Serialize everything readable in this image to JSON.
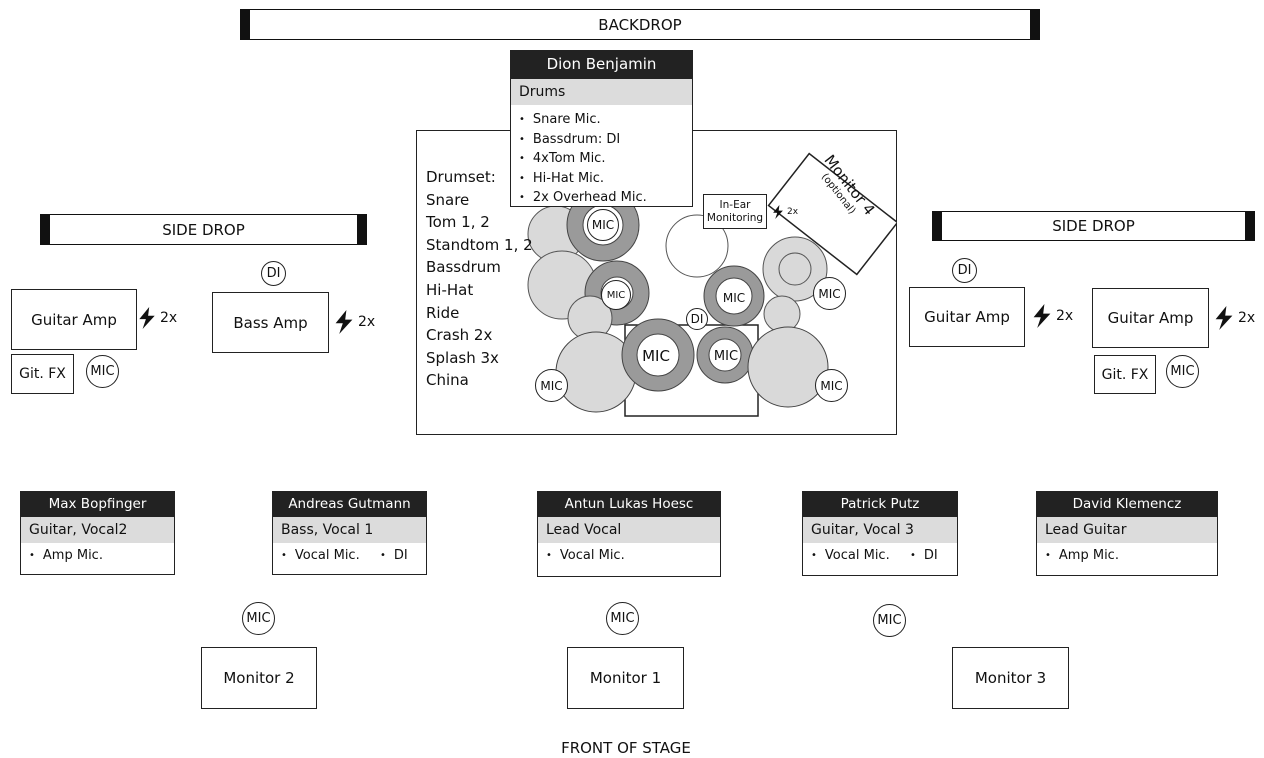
{
  "backdrop": "BACKDROP",
  "side_drop_left": "SIDE DROP",
  "side_drop_right": "SIDE DROP",
  "front": "FRONT OF STAGE",
  "drummer": {
    "name": "Dion Benjamin",
    "role": "Drums",
    "items": [
      "Snare Mic.",
      "Bassdrum: DI",
      "4xTom Mic.",
      "Hi-Hat Mic.",
      "2x Overhead Mic."
    ]
  },
  "drumset": [
    "Drumset:",
    "Snare",
    "Tom 1, 2",
    "Standtom 1, 2",
    "Bassdrum",
    "Hi-Hat",
    "Ride",
    "Crash 2x",
    "Splash 3x",
    "China"
  ],
  "in_ear": "In-Ear Monitoring",
  "monitor4": {
    "title": "Monitor 4",
    "note": "(optional)"
  },
  "amps": {
    "guitar_left": "Guitar Amp",
    "bass": "Bass Amp",
    "guitar_mid_right": "Guitar Amp",
    "guitar_right": "Guitar Amp",
    "fx_left": "Git. FX",
    "fx_right": "Git. FX"
  },
  "labels": {
    "mic": "MIC",
    "di": "DI",
    "power_2x": "2x",
    "power_2x_small": "2x"
  },
  "musicians": [
    {
      "name": "Max Bopfinger",
      "role": "Guitar, Vocal2",
      "items": [
        "Amp Mic."
      ]
    },
    {
      "name": "Andreas Gutmann",
      "role": "Bass, Vocal 1",
      "items": [
        "Vocal Mic.",
        "DI"
      ]
    },
    {
      "name": "Antun Lukas Hoesc",
      "role": "Lead Vocal",
      "items": [
        "Vocal Mic."
      ]
    },
    {
      "name": "Patrick Putz",
      "role": "Guitar, Vocal 3",
      "items": [
        "Vocal Mic.",
        "DI"
      ]
    },
    {
      "name": "David Klemencz",
      "role": "Lead Guitar",
      "items": [
        "Amp Mic."
      ]
    }
  ],
  "monitors": [
    "Monitor 2",
    "Monitor 1",
    "Monitor 3"
  ],
  "colors": {
    "header_bg": "#222222",
    "subheader_bg": "#dcdcdc",
    "drum_fill": "#d9d9d9",
    "drum_ring": "#9a9a9a"
  }
}
